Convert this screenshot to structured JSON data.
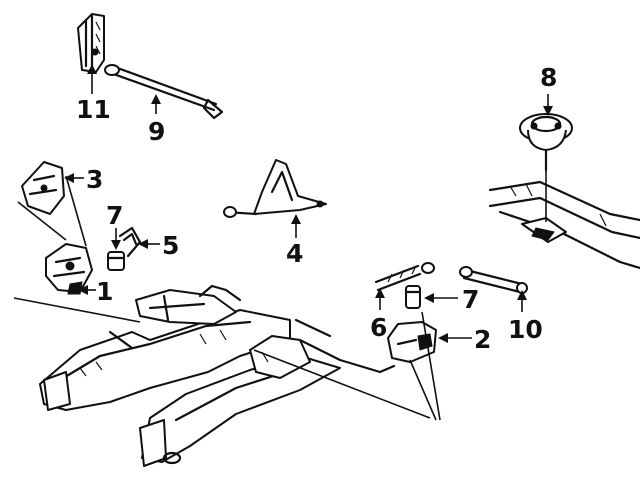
{
  "callouts": [
    {
      "id": "11",
      "label": "11"
    },
    {
      "id": "9",
      "label": "9"
    },
    {
      "id": "8",
      "label": "8"
    },
    {
      "id": "3",
      "label": "3"
    },
    {
      "id": "7a",
      "label": "7"
    },
    {
      "id": "5",
      "label": "5"
    },
    {
      "id": "4",
      "label": "4"
    },
    {
      "id": "1",
      "label": "1"
    },
    {
      "id": "7b",
      "label": "7"
    },
    {
      "id": "6",
      "label": "6"
    },
    {
      "id": "10",
      "label": "10"
    },
    {
      "id": "2",
      "label": "2"
    }
  ],
  "colors": {
    "ink": "#111111",
    "background": "#ffffff"
  }
}
